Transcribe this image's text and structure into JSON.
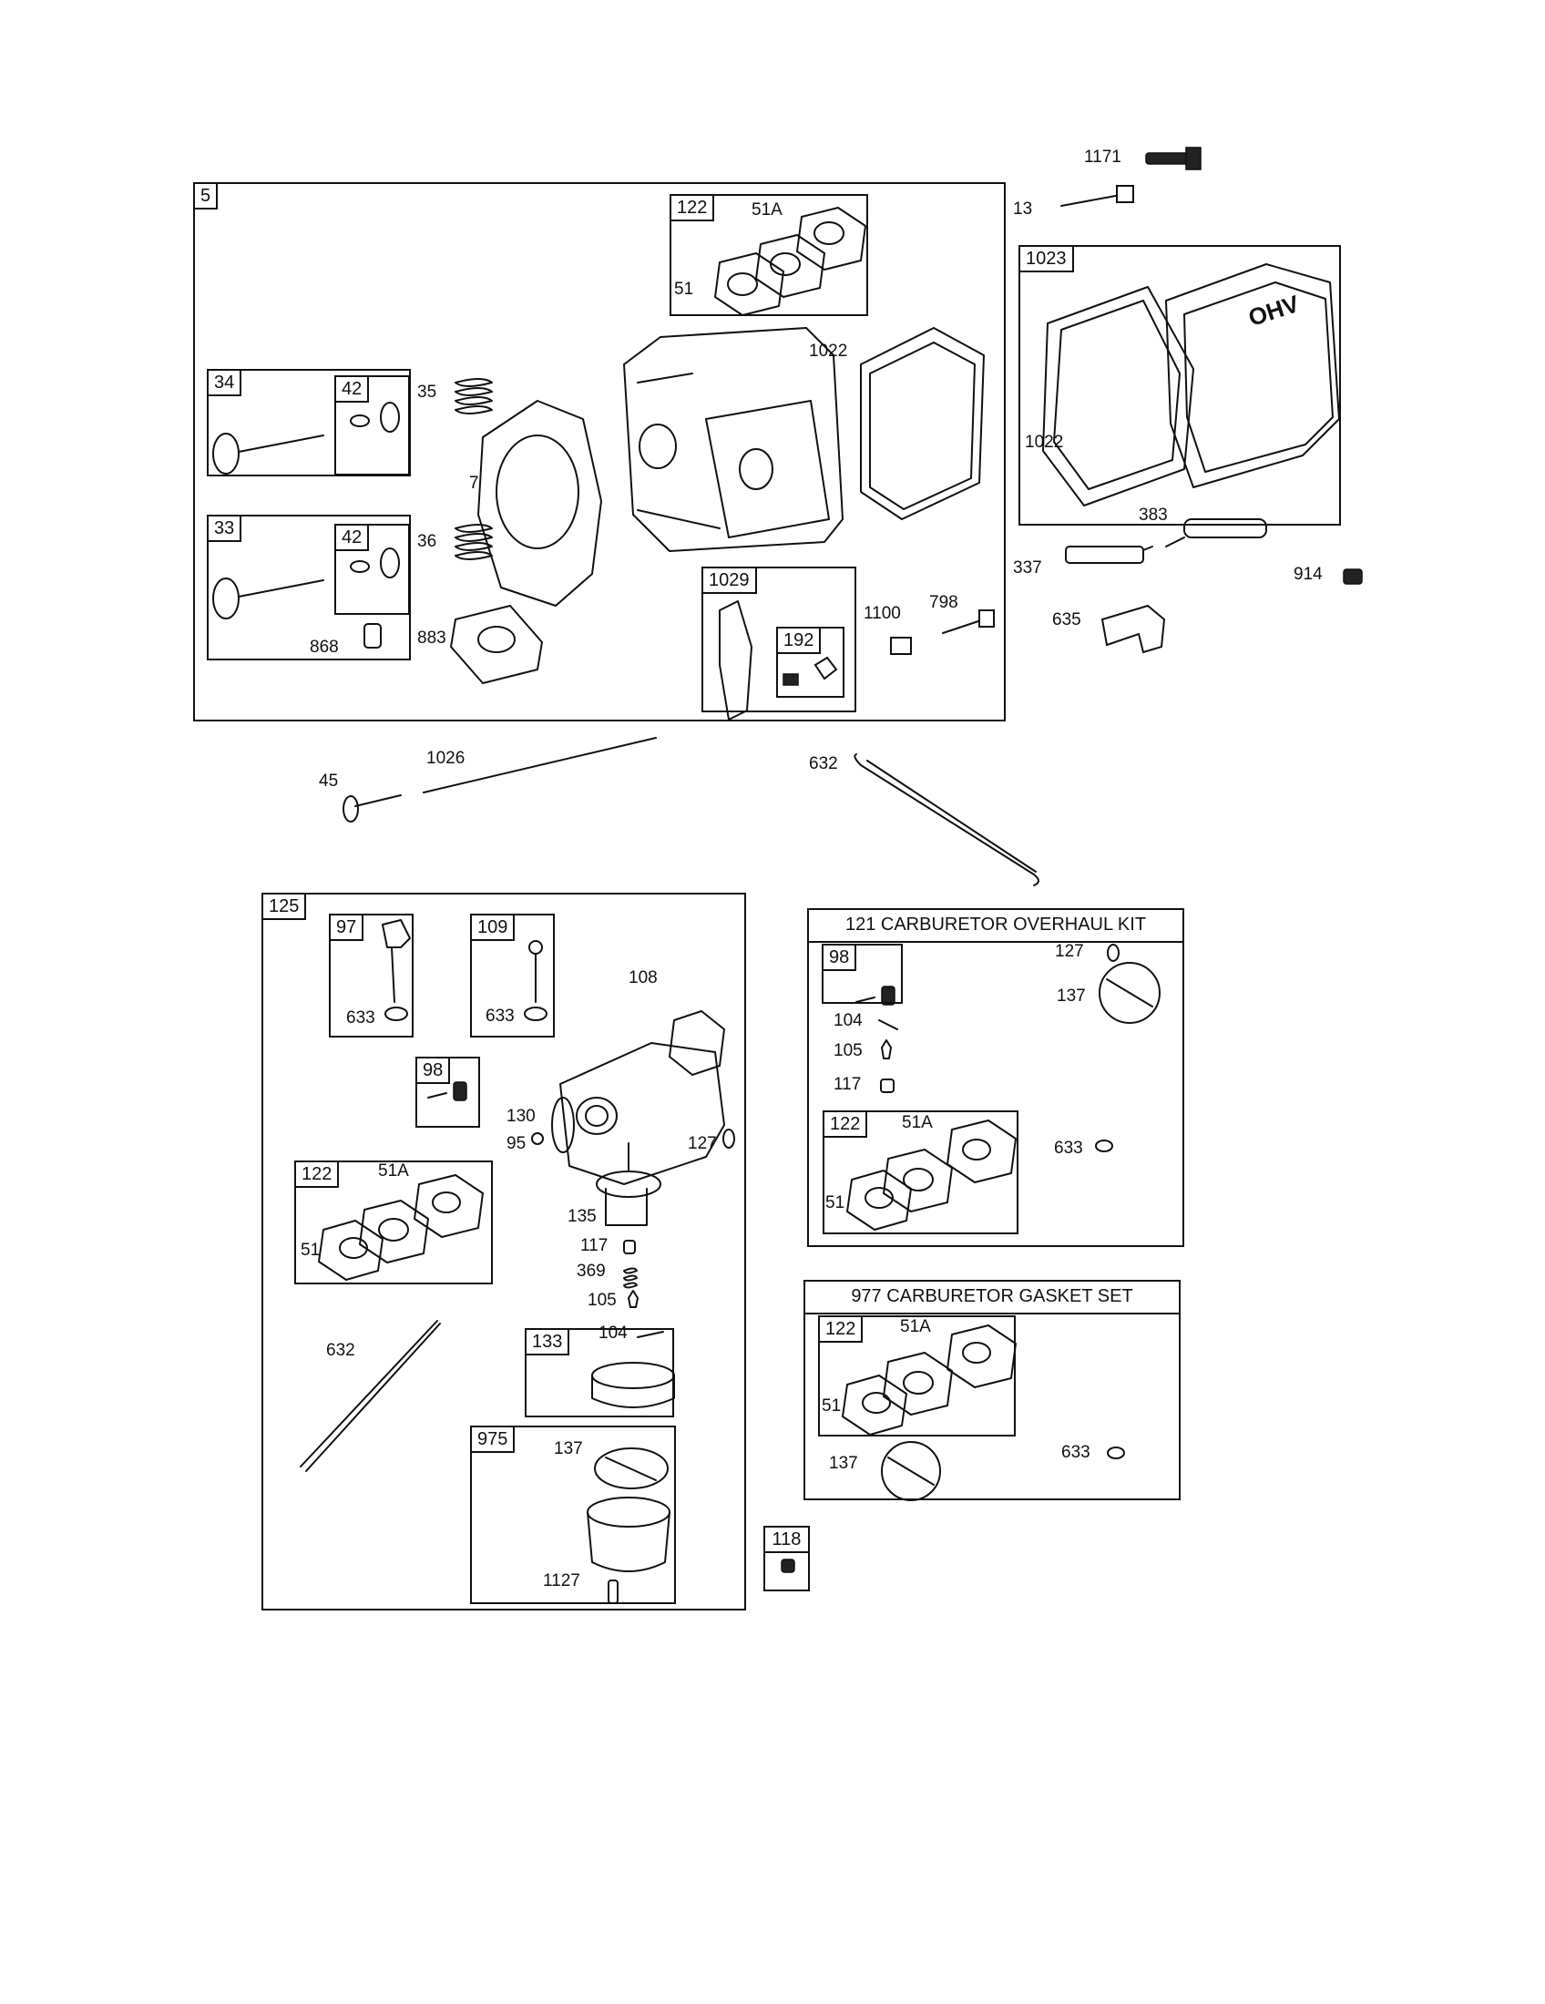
{
  "groups": {
    "cylinder_head_assembly": "5",
    "intake_gasket_set_top": "122",
    "exhaust_valve": "34",
    "intake_valve": "33",
    "retainer_top": "42",
    "retainer_bottom": "42",
    "valve_cover_assembly": "1023",
    "rocker_arm": "1029",
    "rocker_nut": "192",
    "carburetor": "125",
    "throttle_shaft": "97",
    "choke_shaft": "109",
    "screw_kit_main": "98",
    "intake_gasket_set_carb": "122",
    "float_bowl_kit": "133",
    "bowl_assembly": "975",
    "fuel_fitting": "118"
  },
  "kits": {
    "overhaul": {
      "title": "121 CARBURETOR OVERHAUL KIT",
      "screw_kit": "98",
      "gasket_set": "122"
    },
    "gasket": {
      "title": "977 CARBURETOR GASKET SET",
      "gasket_set": "122"
    }
  },
  "labels": {
    "p1171": "1171",
    "p13": "13",
    "p51a_top": "51A",
    "p51_top": "51",
    "p1022_head": "1022",
    "p1022_cover": "1022",
    "p35": "35",
    "p7": "7",
    "p36": "36",
    "p883": "883",
    "p868": "868",
    "p383": "383",
    "p337": "337",
    "p914": "914",
    "p635": "635",
    "p1100": "1100",
    "p798": "798",
    "p45": "45",
    "p1026": "1026",
    "p632_top": "632",
    "p633_97": "633",
    "p633_109": "633",
    "p108": "108",
    "p130": "130",
    "p95": "95",
    "p127_carb": "127",
    "p51a_carb": "51A",
    "p51_carb": "51",
    "p135": "135",
    "p117_carb": "117",
    "p369": "369",
    "p105_carb": "105",
    "p632_carb": "632",
    "p104_carb": "104",
    "p137_975": "137",
    "p1127": "1127",
    "p127_kit": "127",
    "p137_kit": "137",
    "p104_kit": "104",
    "p105_kit": "105",
    "p117_kit": "117",
    "p51a_kit": "51A",
    "p51_kit": "51",
    "p633_kit": "633",
    "p51a_gs": "51A",
    "p51_gs": "51",
    "p633_gs": "633",
    "p137_gs": "137",
    "ohv_text": "OHV"
  }
}
